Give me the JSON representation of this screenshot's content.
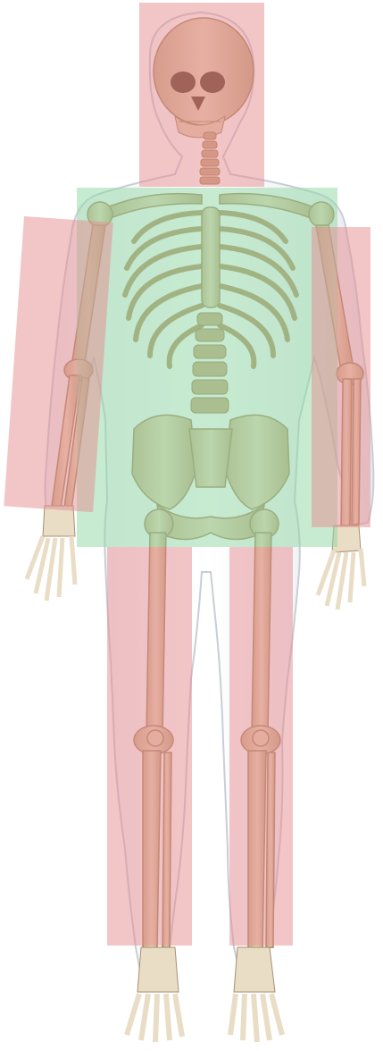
{
  "figure": {
    "subject": "human-skeleton-anterior-view",
    "colors": {
      "background": "#ffffff",
      "body_outline": "#cfd3da",
      "bone": "#dcc6a6",
      "bone_shadow": "#c2a57f",
      "overlay_red": "#e58c8f",
      "overlay_green": "#8fd8a3"
    },
    "regions": [
      {
        "id": "head",
        "overlay": "red"
      },
      {
        "id": "torso",
        "overlay": "green"
      },
      {
        "id": "arm-right",
        "overlay": "red"
      },
      {
        "id": "arm-left",
        "overlay": "red"
      },
      {
        "id": "leg-right",
        "overlay": "red"
      },
      {
        "id": "leg-left",
        "overlay": "red"
      }
    ]
  }
}
